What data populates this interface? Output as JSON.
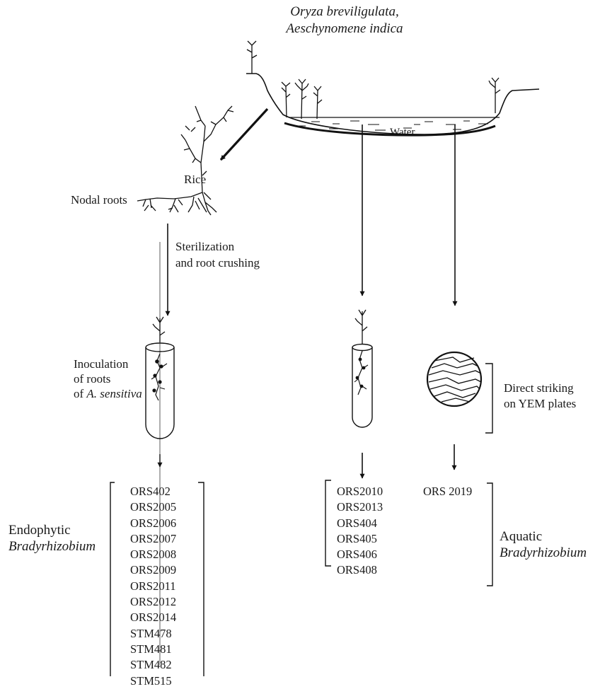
{
  "host_plants": {
    "line1": "Oryza breviligulata,",
    "line2": "Aeschynomene indica"
  },
  "water_label": "Water",
  "rice_label": "Rice",
  "nodal_roots_label": "Nodal roots",
  "sterilization": {
    "line1": "Sterilization",
    "line2": "and root crushing"
  },
  "inoculation": {
    "line1": "Inoculation",
    "line2": "of roots",
    "line3_prefix": "of ",
    "line3_species": "A. sensitiva"
  },
  "direct_striking": {
    "line1": "Direct striking",
    "line2": "on YEM plates"
  },
  "endophytic": {
    "line1": "Endophytic",
    "line2": "Bradyrhizobium"
  },
  "aquatic": {
    "line1": "Aquatic",
    "line2": "Bradyrhizobium"
  },
  "endophytic_strains": [
    "ORS402",
    "ORS2005",
    "ORS2006",
    "ORS2007",
    "ORS2008",
    "ORS2009",
    "ORS2011",
    "ORS2012",
    "ORS2014",
    "STM478",
    "STM481",
    "STM482",
    "STM515"
  ],
  "aquatic_tube_strains": [
    "ORS2010",
    "ORS2013",
    "ORS404",
    "ORS405",
    "ORS406",
    "ORS408"
  ],
  "aquatic_plate_strains": [
    "ORS 2019"
  ]
}
